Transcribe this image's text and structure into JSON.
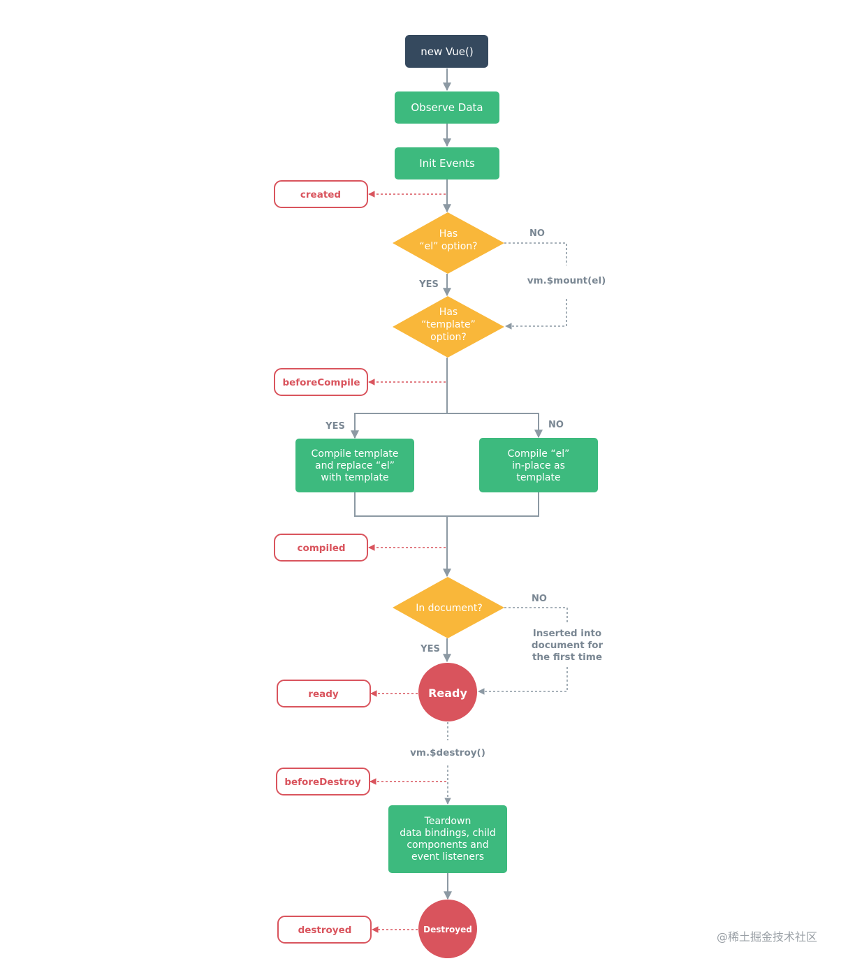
{
  "nodes": {
    "new_vue": "new Vue()",
    "observe_data": "Observe Data",
    "init_events": "Init Events",
    "has_el": [
      "Has",
      "“el” option?"
    ],
    "has_template": [
      "Has",
      "“template”",
      "option?"
    ],
    "compile_template": [
      "Compile template",
      "and replace “el”",
      "with template"
    ],
    "compile_el": [
      "Compile “el”",
      "in-place as",
      "template"
    ],
    "in_document": "In document?",
    "ready": "Ready",
    "teardown": [
      "Teardown",
      "data bindings, child",
      "components and",
      "event listeners"
    ],
    "destroyed": "Destroyed"
  },
  "hooks": {
    "created": "created",
    "before_compile": "beforeCompile",
    "compiled": "compiled",
    "ready": "ready",
    "before_destroy": "beforeDestroy",
    "destroyed": "destroyed"
  },
  "labels": {
    "no_el": "NO",
    "yes_el": "YES",
    "yes_template": "YES",
    "no_template": "NO",
    "no_document": "NO",
    "yes_document": "YES"
  },
  "notes": {
    "mount": "vm.$mount(el)",
    "inserted": [
      "Inserted into",
      "document for",
      "the first time"
    ],
    "destroy_call": "vm.$destroy()"
  },
  "watermark": "@稀土掘金技术社区",
  "colors": {
    "dark_node": "#35495e",
    "green_node": "#3dba7e",
    "decision": "#f9b73a",
    "hook_red": "#d9545d",
    "connector_gray": "#8c99a3",
    "label_gray": "#7a8793"
  }
}
